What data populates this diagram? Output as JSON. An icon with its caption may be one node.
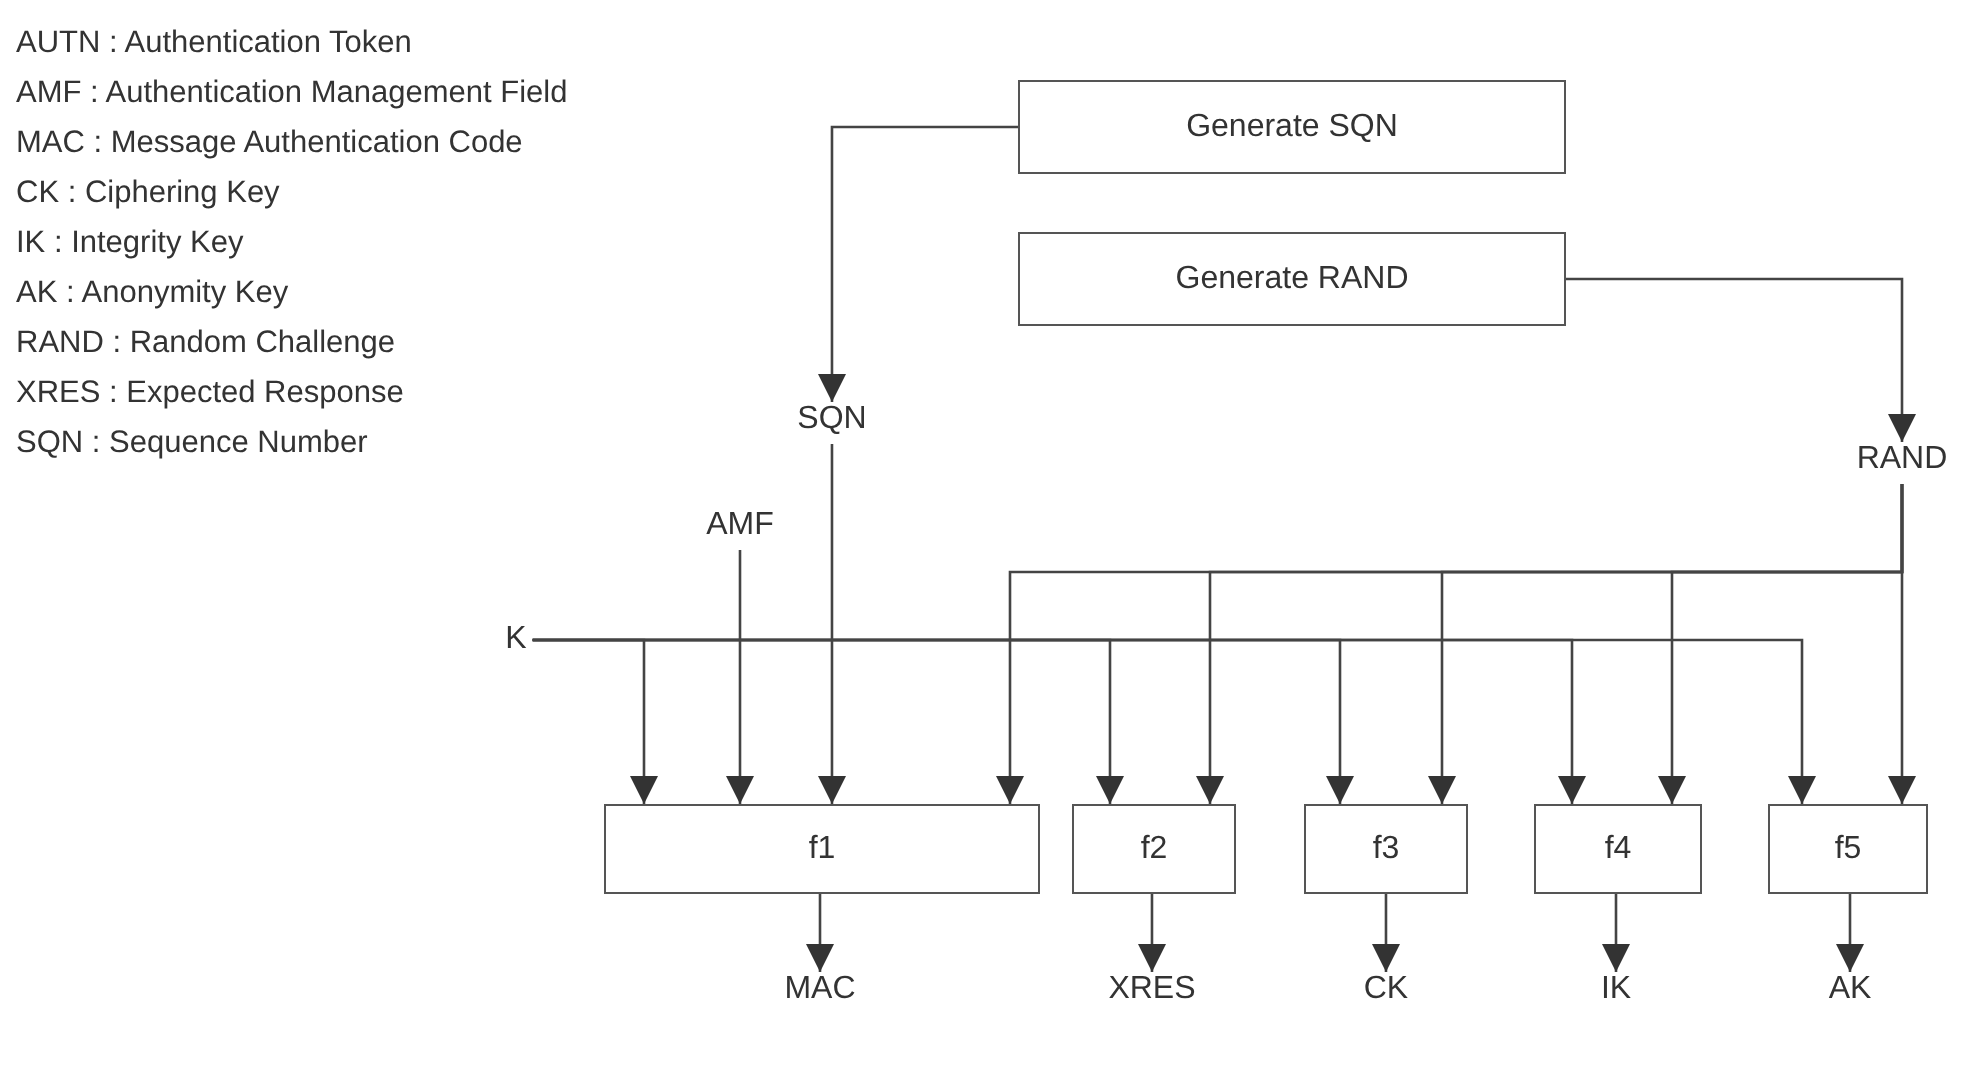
{
  "diagram": {
    "nodes": [
      {
        "text": [
          "Generate SQN"
        ]
      },
      {
        "text": [
          "Generate RAND"
        ]
      },
      {
        "text": [
          "SQN"
        ]
      },
      {
        "text": [
          "RAND"
        ]
      },
      {
        "text": [
          "AMF"
        ]
      },
      {
        "text": [
          "K"
        ]
      },
      {
        "text": [
          "f1"
        ]
      },
      {
        "text": [
          "f2"
        ]
      },
      {
        "text": [
          "f3"
        ]
      },
      {
        "text": [
          "f4"
        ]
      },
      {
        "text": [
          "f5"
        ]
      },
      {
        "text": [
          "MAC"
        ]
      },
      {
        "text": [
          "XRES"
        ]
      },
      {
        "text": [
          "CK"
        ]
      },
      {
        "text": [
          "IK"
        ]
      },
      {
        "text": [
          "AK"
        ]
      }
    ],
    "edges": [
      {
        "from": 0,
        "to": 2,
        "arrow": "to"
      },
      {
        "from": 1,
        "to": 3,
        "arrow": "to"
      },
      {
        "from": 2,
        "to": 6,
        "arrow": "to"
      },
      {
        "from": 4,
        "to": 6,
        "arrow": "to"
      },
      {
        "from": 5,
        "to": 6,
        "arrow": "to"
      },
      {
        "from": 5,
        "to": 7,
        "arrow": "to"
      },
      {
        "from": 5,
        "to": 8,
        "arrow": "to"
      },
      {
        "from": 5,
        "to": 9,
        "arrow": "to"
      },
      {
        "from": 5,
        "to": 10,
        "arrow": "to"
      },
      {
        "from": 3,
        "to": 6,
        "arrow": "to"
      },
      {
        "from": 3,
        "to": 7,
        "arrow": "to"
      },
      {
        "from": 3,
        "to": 8,
        "arrow": "to"
      },
      {
        "from": 3,
        "to": 9,
        "arrow": "to"
      },
      {
        "from": 3,
        "to": 10,
        "arrow": "to"
      },
      {
        "from": 6,
        "to": 11,
        "arrow": "to"
      },
      {
        "from": 7,
        "to": 12,
        "arrow": "to"
      },
      {
        "from": 8,
        "to": 13,
        "arrow": "to"
      },
      {
        "from": 9,
        "to": 14,
        "arrow": "to"
      },
      {
        "from": 10,
        "to": 15,
        "arrow": "to"
      }
    ],
    "labels": [
      "AUTN : Authentication Token",
      "AMF : Authentication Management Field",
      "MAC : Message Authentication Code",
      "CK : Ciphering Key",
      "IK : Integrity Key",
      "AK : Anonymity Key",
      "RAND : Random Challenge",
      "XRES : Expected Response",
      "SQN : Sequence Number"
    ]
  }
}
